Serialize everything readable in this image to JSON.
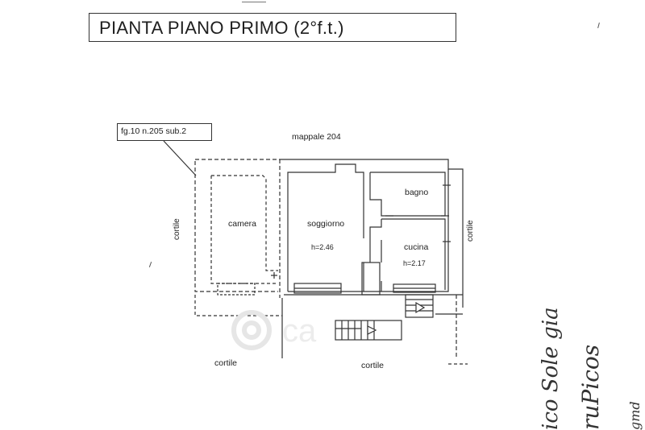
{
  "title": "PIANTA PIANO PRIMO (2°f.t.)",
  "parcel_ref": "fg.10  n.205 sub.2",
  "labels": {
    "mappale": "mappale 204",
    "cortile_left": "cortile",
    "cortile_right": "cortile",
    "cortile_bottom_left": "cortile",
    "cortile_bottom_right": "cortile"
  },
  "rooms": {
    "camera": "camera",
    "soggiorno": "soggiorno",
    "soggiorno_height": "h=2.46",
    "bagno": "bagno",
    "cucina": "cucina",
    "cucina_height": "h=2.17"
  },
  "handwriting": {
    "line1": "ico Sole gia",
    "line2": "ruPicos",
    "line3": "gmd"
  }
}
